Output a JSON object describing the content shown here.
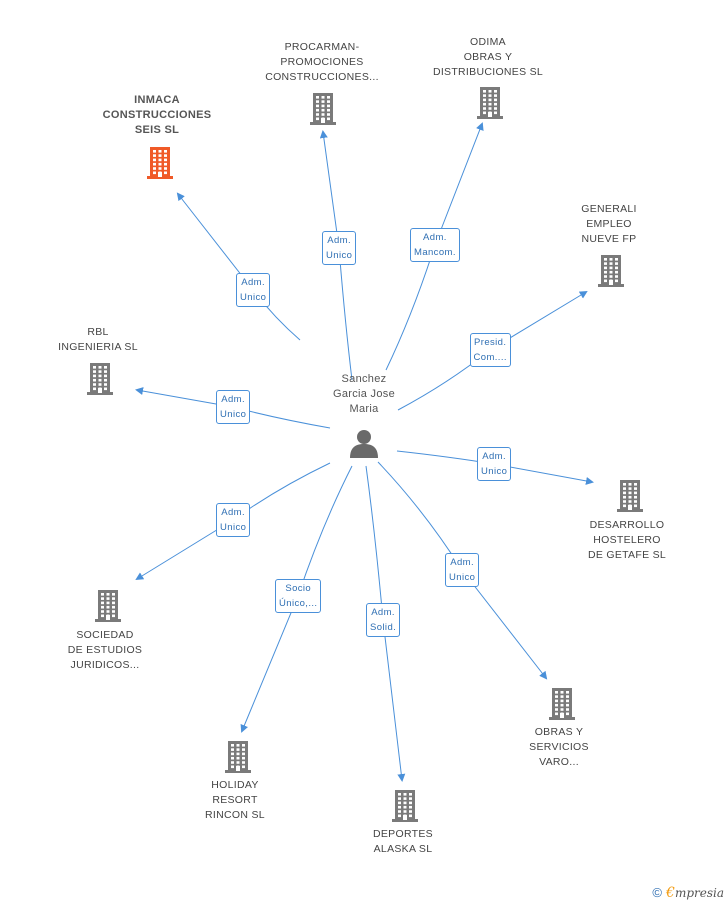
{
  "colors": {
    "edge": "#4a90d9",
    "building": "#7a7a7a",
    "focus_building": "#f05a28",
    "person": "#6a6a6a"
  },
  "center": {
    "name_lines": [
      "Sanchez",
      "Garcia Jose",
      "Maria"
    ],
    "icon": "person-icon"
  },
  "nodes": [
    {
      "id": "inmaca",
      "lines": [
        "INMACA",
        "CONSTRUCCIONES",
        "SEIS SL"
      ],
      "focus": true,
      "icon": "building-icon"
    },
    {
      "id": "procarman",
      "lines": [
        "PROCARMAN-",
        "PROMOCIONES",
        "CONSTRUCCIONES..."
      ],
      "icon": "building-icon"
    },
    {
      "id": "odima",
      "lines": [
        "ODIMA",
        "OBRAS Y",
        "DISTRIBUCIONES SL"
      ],
      "icon": "building-icon"
    },
    {
      "id": "generali",
      "lines": [
        "GENERALI",
        "EMPLEO",
        "NUEVE FP"
      ],
      "icon": "building-icon"
    },
    {
      "id": "rbl",
      "lines": [
        "RBL",
        "INGENIERIA  SL"
      ],
      "icon": "building-icon"
    },
    {
      "id": "desarrollo",
      "lines": [
        "DESARROLLO",
        "HOSTELERO",
        "DE GETAFE SL"
      ],
      "icon": "building-icon"
    },
    {
      "id": "sociedad",
      "lines": [
        "SOCIEDAD",
        "DE ESTUDIOS",
        "JURIDICOS..."
      ],
      "icon": "building-icon"
    },
    {
      "id": "obras",
      "lines": [
        "OBRAS Y",
        "SERVICIOS",
        "VARO..."
      ],
      "icon": "building-icon"
    },
    {
      "id": "holiday",
      "lines": [
        "HOLIDAY",
        "RESORT",
        "RINCON SL"
      ],
      "icon": "building-icon"
    },
    {
      "id": "deportes",
      "lines": [
        "DEPORTES",
        "ALASKA  SL"
      ],
      "icon": "building-icon"
    }
  ],
  "edges": [
    {
      "to": "inmaca",
      "lines": [
        "Adm.",
        "Unico"
      ]
    },
    {
      "to": "procarman",
      "lines": [
        "Adm.",
        "Unico"
      ]
    },
    {
      "to": "odima",
      "lines": [
        "Adm.",
        "Mancom."
      ]
    },
    {
      "to": "generali",
      "lines": [
        "Presid.",
        "Com...."
      ]
    },
    {
      "to": "rbl",
      "lines": [
        "Adm.",
        "Unico"
      ]
    },
    {
      "to": "desarrollo",
      "lines": [
        "Adm.",
        "Unico"
      ]
    },
    {
      "to": "sociedad",
      "lines": [
        "Adm.",
        "Unico"
      ]
    },
    {
      "to": "obras",
      "lines": [
        "Adm.",
        "Unico"
      ]
    },
    {
      "to": "holiday",
      "lines": [
        "Socio",
        "Único,..."
      ]
    },
    {
      "to": "deportes",
      "lines": [
        "Adm.",
        "Solid."
      ]
    }
  ],
  "footer": {
    "symbol": "©",
    "brand_initial": "€",
    "brand_rest": "mpresia"
  }
}
